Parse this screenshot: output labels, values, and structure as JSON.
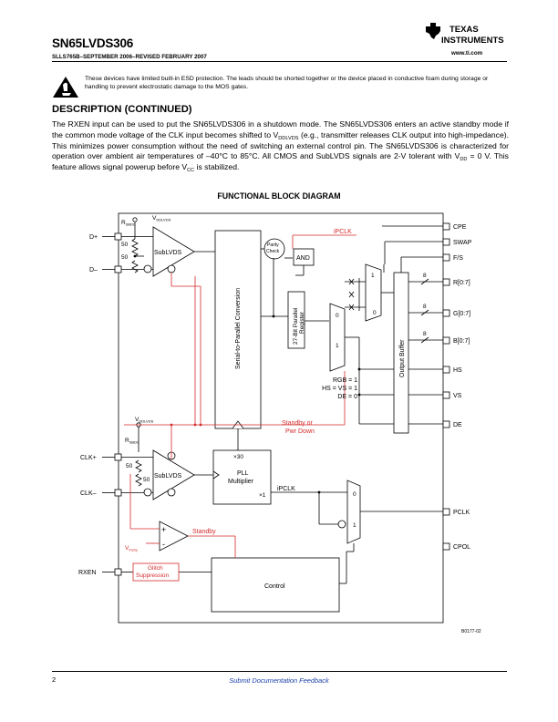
{
  "header": {
    "part_number": "SN65LVDS306",
    "doc_number": "SLLS765B–SEPTEMBER 2006–REVISED FEBRUARY 2007",
    "logo_line1": "TEXAS",
    "logo_line2": "INSTRUMENTS",
    "url": "www.ti.com"
  },
  "esd_notice": "These devices have limited built-in ESD protection. The leads should be shorted together or the device placed in conductive foam during storage or handling to prevent electrostatic damage to the MOS gates.",
  "section": {
    "title": "DESCRIPTION (CONTINUED)",
    "p1": "The RXEN input can be used to put the SN65LVDS306 in a shutdown mode. The SN65LVDS306 enters an active standby mode if the common mode voltage of the CLK input becomes shifted to V",
    "sub1": "DDLVDS",
    "p2": " (e.g., transmitter releases CLK output into high-impedance). This minimizes power consumption without the need of switching an external control pin. The SN65LVDS306 is characterized for operation over ambient air temperatures of –40°C to 85°C. All CMOS and SubLVDS signals are 2-V tolerant with V",
    "sub2": "DD",
    "p3": " = 0 V. This feature allows signal powerup before V",
    "sub3": "CC",
    "p4": " is stabilized."
  },
  "diagram": {
    "title": "FUNCTIONAL BLOCK DIAGRAM",
    "v_ddlvds": "V",
    "v_ddlvds_sub": "DDLVDS",
    "r_sbdc": "R",
    "r_sbdc_sub": "SBDC",
    "fifty": "50",
    "sublvds": "SubLVDS",
    "d_plus": "D+",
    "d_minus": "D–",
    "clk_plus": "CLK+",
    "clk_minus": "CLK–",
    "rxen": "RXEN",
    "serial_parallel": "Serial-to-Parallel Conversion",
    "parity_line1": "Parity",
    "parity_line2": "Check",
    "and_gate": "AND",
    "ipclk": "iPCLK",
    "reg_line1": "27-Bit Parallel",
    "reg_line2": "Register",
    "mux_0": "0",
    "mux_1": "1",
    "rgb_line1": "RGB = 1",
    "rgb_line2": "HS = VS = 1",
    "rgb_line3": "DE = 0",
    "output_buffer": "Output Buffer",
    "standby_pd_line1": "Standby or",
    "standby_pd_line2": "Pwr Down",
    "pll_x30": "×30",
    "pll_line1": "PLL",
    "pll_line2": "Multiplier",
    "pll_x1": "×1",
    "standby": "Standby",
    "v_thsby": "V",
    "v_thsby_sub": "thsby",
    "glitch_line1": "Glitch",
    "glitch_line2": "Suppression",
    "control": "Control",
    "bus_width": "8",
    "pins": {
      "cpe": "CPE",
      "swap": "SWAP",
      "fs": "F/S",
      "r": "R[0:7]",
      "g": "G[0:7]",
      "b": "B[0:7]",
      "hs": "HS",
      "vs": "VS",
      "de": "DE",
      "pclk": "PCLK",
      "cpol": "CPOL"
    },
    "figure_id": "B0177-02",
    "colors": {
      "signal_red": "#d42a2a",
      "line": "#000000"
    }
  },
  "footer": {
    "page": "2",
    "feedback": "Submit Documentation Feedback"
  }
}
